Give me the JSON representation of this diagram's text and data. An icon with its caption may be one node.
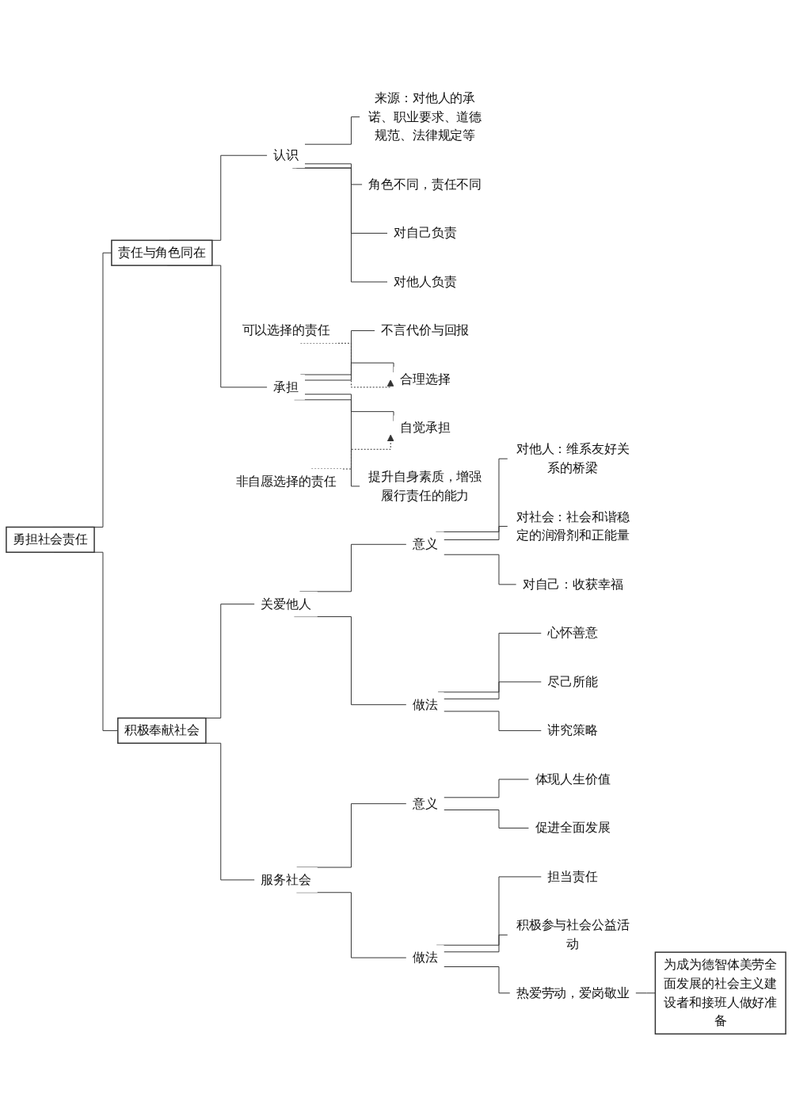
{
  "diagram": {
    "nodes": [
      {
        "text": [
          "勇担社会责任"
        ]
      },
      {
        "text": [
          "责任与角色同在"
        ]
      },
      {
        "text": [
          "认识"
        ]
      },
      {
        "text": [
          "来源：对他人的承诺、职业要求、道德规范、法律规定等"
        ]
      },
      {
        "text": [
          "角色不同，责任不同"
        ]
      },
      {
        "text": [
          "对自己负责"
        ]
      },
      {
        "text": [
          "对他人负责"
        ]
      },
      {
        "text": [
          "承担"
        ]
      },
      {
        "text": [
          "不言代价与回报"
        ]
      },
      {
        "text": [
          "合理选择"
        ]
      },
      {
        "text": [
          "可以选择的责任"
        ]
      },
      {
        "text": [
          "自觉承担"
        ]
      },
      {
        "text": [
          "非自愿选择的责任"
        ]
      },
      {
        "text": [
          "提升自身素质，增强履行责任的能力"
        ]
      },
      {
        "text": [
          "积极奉献社会"
        ]
      },
      {
        "text": [
          "关爱他人"
        ]
      },
      {
        "text": [
          "意义"
        ]
      },
      {
        "text": [
          "对他人：维系友好关系的桥梁"
        ]
      },
      {
        "text": [
          "对社会：社会和谐稳定的润滑剂和正能量"
        ]
      },
      {
        "text": [
          "对自己：收获幸福"
        ]
      },
      {
        "text": [
          "做法"
        ]
      },
      {
        "text": [
          "心怀善意"
        ]
      },
      {
        "text": [
          "尽己所能"
        ]
      },
      {
        "text": [
          "讲究策略"
        ]
      },
      {
        "text": [
          "服务社会"
        ]
      },
      {
        "text": [
          "意义"
        ]
      },
      {
        "text": [
          "体现人生价值"
        ]
      },
      {
        "text": [
          "促进全面发展"
        ]
      },
      {
        "text": [
          "做法"
        ]
      },
      {
        "text": [
          "担当责任"
        ]
      },
      {
        "text": [
          "积极参与社会公益活动"
        ]
      },
      {
        "text": [
          "热爱劳动，爱岗敬业"
        ]
      },
      {
        "text": [
          "为成为德智体美劳全面发展的社会主义建设者和接班人做好准备"
        ]
      }
    ],
    "edges": [
      {
        "from": 0,
        "to": 1,
        "arrow": "none"
      },
      {
        "from": 1,
        "to": 2,
        "arrow": "none"
      },
      {
        "from": 2,
        "to": 3,
        "arrow": "none"
      },
      {
        "from": 2,
        "to": 4,
        "arrow": "none"
      },
      {
        "from": 2,
        "to": 5,
        "arrow": "none"
      },
      {
        "from": 2,
        "to": 6,
        "arrow": "none"
      },
      {
        "from": 1,
        "to": 7,
        "arrow": "none"
      },
      {
        "from": 7,
        "to": 8,
        "arrow": "none"
      },
      {
        "from": 7,
        "to": 9,
        "arrow": "none"
      },
      {
        "from": 10,
        "to": 9,
        "arrow": "to",
        "style": "dashed"
      },
      {
        "from": 7,
        "to": 11,
        "arrow": "none"
      },
      {
        "from": 12,
        "to": 11,
        "arrow": "to",
        "style": "dashed"
      },
      {
        "from": 7,
        "to": 13,
        "arrow": "none"
      },
      {
        "from": 0,
        "to": 14,
        "arrow": "none"
      },
      {
        "from": 14,
        "to": 15,
        "arrow": "none"
      },
      {
        "from": 15,
        "to": 16,
        "arrow": "none"
      },
      {
        "from": 16,
        "to": 17,
        "arrow": "none"
      },
      {
        "from": 16,
        "to": 18,
        "arrow": "none"
      },
      {
        "from": 16,
        "to": 19,
        "arrow": "none"
      },
      {
        "from": 15,
        "to": 20,
        "arrow": "none"
      },
      {
        "from": 20,
        "to": 21,
        "arrow": "none"
      },
      {
        "from": 20,
        "to": 22,
        "arrow": "none"
      },
      {
        "from": 20,
        "to": 23,
        "arrow": "none"
      },
      {
        "from": 14,
        "to": 24,
        "arrow": "none"
      },
      {
        "from": 24,
        "to": 25,
        "arrow": "none"
      },
      {
        "from": 25,
        "to": 26,
        "arrow": "none"
      },
      {
        "from": 25,
        "to": 27,
        "arrow": "none"
      },
      {
        "from": 24,
        "to": 28,
        "arrow": "none"
      },
      {
        "from": 28,
        "to": 29,
        "arrow": "none"
      },
      {
        "from": 28,
        "to": 30,
        "arrow": "none"
      },
      {
        "from": 28,
        "to": 31,
        "arrow": "none"
      },
      {
        "from": 31,
        "to": 32,
        "arrow": "none"
      }
    ]
  }
}
